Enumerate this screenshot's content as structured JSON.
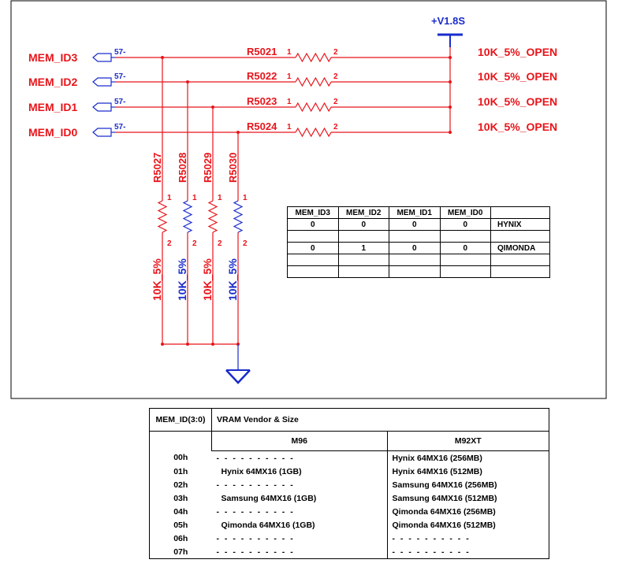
{
  "power": {
    "label": "+V1.8S"
  },
  "pullups": [
    {
      "net": "MEM_ID3",
      "port": "57-",
      "ref": "R5021",
      "value": "10K_5%_OPEN",
      "pin1": "1",
      "pin2": "2"
    },
    {
      "net": "MEM_ID2",
      "port": "57-",
      "ref": "R5022",
      "value": "10K_5%_OPEN",
      "pin1": "1",
      "pin2": "2"
    },
    {
      "net": "MEM_ID1",
      "port": "57-",
      "ref": "R5023",
      "value": "10K_5%_OPEN",
      "pin1": "1",
      "pin2": "2"
    },
    {
      "net": "MEM_ID0",
      "port": "57-",
      "ref": "R5024",
      "value": "10K_5%_OPEN",
      "pin1": "1",
      "pin2": "2"
    }
  ],
  "pulldowns": [
    {
      "ref": "R5027",
      "value": "10K_5%",
      "pin1": "1",
      "pin2": "2",
      "color": "#e8141a"
    },
    {
      "ref": "R5028",
      "value": "10K_5%",
      "pin1": "1",
      "pin2": "2",
      "color": "#1a2ccc"
    },
    {
      "ref": "R5029",
      "value": "10K_5%",
      "pin1": "1",
      "pin2": "2",
      "color": "#e8141a"
    },
    {
      "ref": "R5030",
      "value": "10K_5%",
      "pin1": "1",
      "pin2": "2",
      "color": "#1a2ccc"
    }
  ],
  "id_table": {
    "headers": [
      "MEM_ID3",
      "MEM_ID2",
      "MEM_ID1",
      "MEM_ID0",
      ""
    ],
    "rows": [
      [
        "0",
        "0",
        "0",
        "0",
        "HYNIX"
      ],
      [
        "",
        "",
        "",
        "",
        ""
      ],
      [
        "0",
        "1",
        "0",
        "0",
        "QIMONDA"
      ],
      [
        "",
        "",
        "",
        "",
        ""
      ],
      [
        "",
        "",
        "",
        "",
        ""
      ]
    ]
  },
  "vram_table": {
    "col_id": "MEM_ID(3:0)",
    "col_title": "VRAM Vendor & Size",
    "sub_m96": "M96",
    "sub_m92": "M92XT",
    "rows": [
      {
        "code": "00h",
        "m96": "- - - - - - - - - -",
        "m92": "Hynix 64MX16 (256MB)"
      },
      {
        "code": "01h",
        "m96": "Hynix 64MX16 (1GB)",
        "m92": "Hynix 64MX16 (512MB)"
      },
      {
        "code": "02h",
        "m96": "- - - - - - - - - -",
        "m92": "Samsung 64MX16 (256MB)"
      },
      {
        "code": "03h",
        "m96": "Samsung 64MX16 (1GB)",
        "m92": "Samsung 64MX16 (512MB)"
      },
      {
        "code": "04h",
        "m96": "- - - - - - - - - -",
        "m92": "Qimonda 64MX16 (256MB)"
      },
      {
        "code": "05h",
        "m96": "Qimonda 64MX16 (1GB)",
        "m92": "Qimonda 64MX16 (512MB)"
      },
      {
        "code": "06h",
        "m96": "- - - - - - - - - -",
        "m92": "- - - - - - - - - -"
      },
      {
        "code": "07h",
        "m96": "- - - - - - - - - -",
        "m92": "- - - - - - - - - -"
      }
    ]
  }
}
